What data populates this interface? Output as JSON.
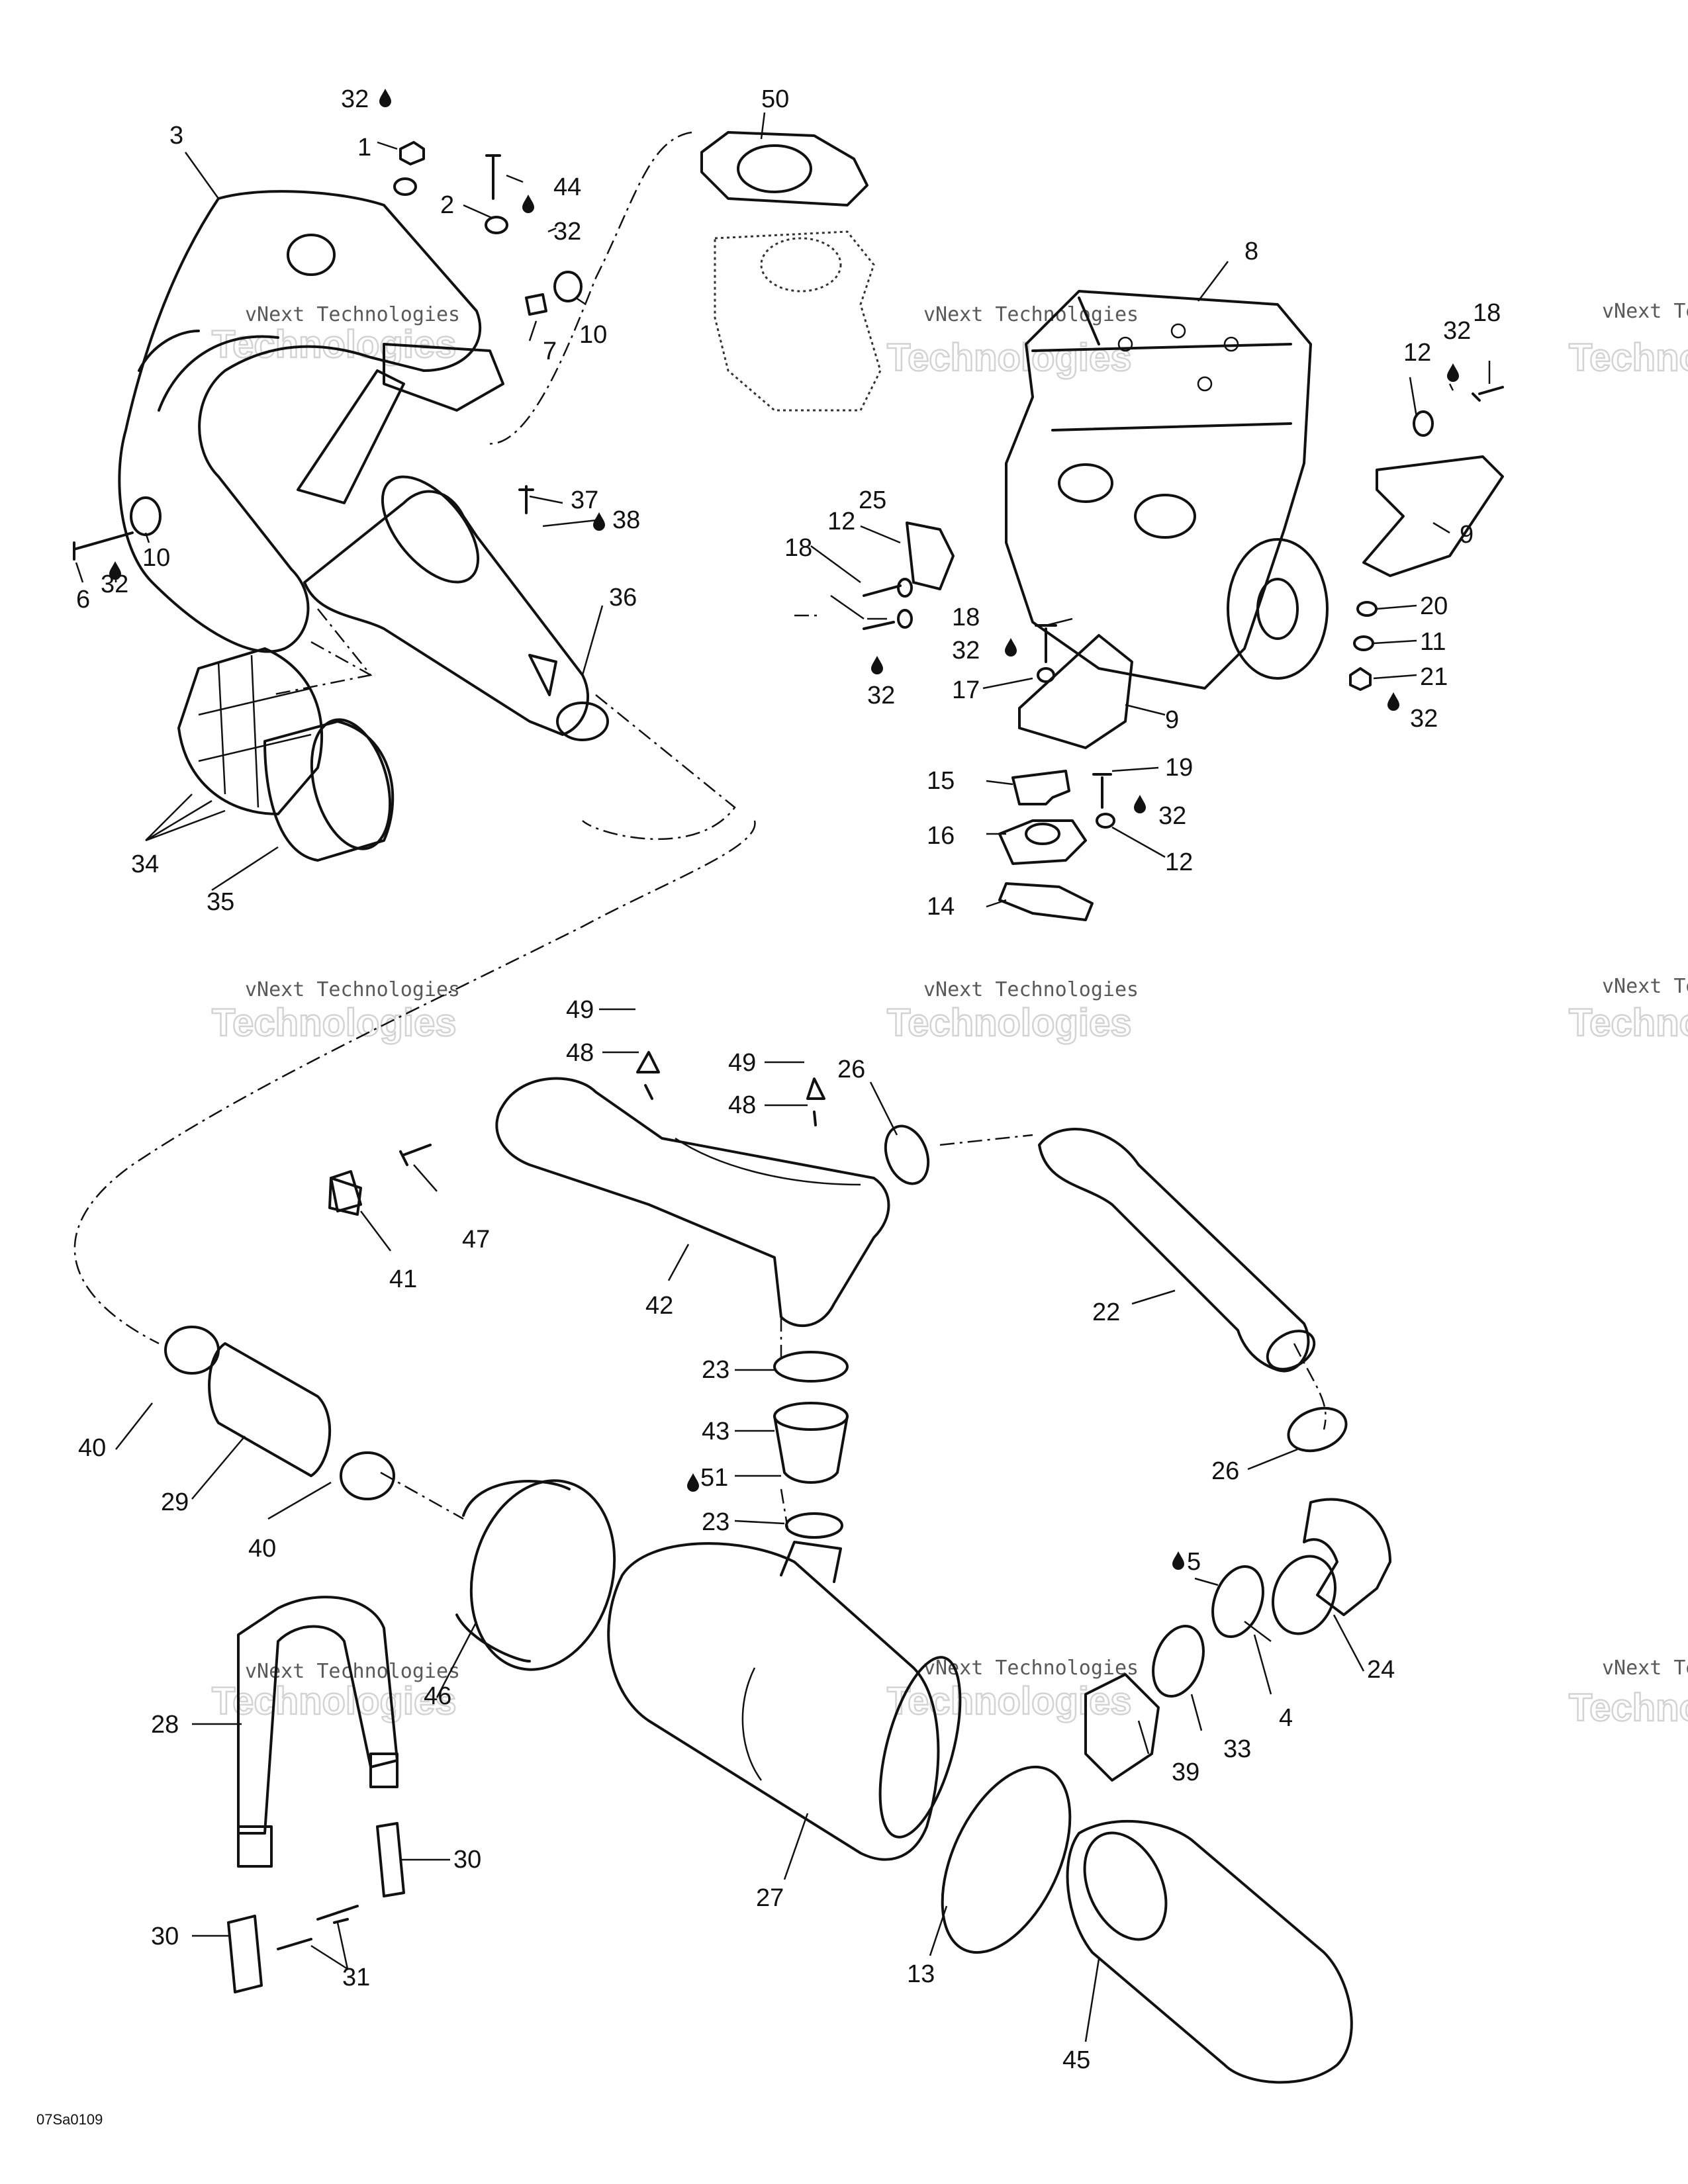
{
  "diagram": {
    "code": "07Sa0109",
    "watermark_line1": "vNext Technologies",
    "watermark_line2": "Technologies",
    "watermark_faint": "vNext"
  },
  "labels": {
    "p1": "1",
    "p2": "2",
    "p3": "3",
    "p4": "4",
    "p5": "5",
    "p6": "6",
    "p7": "7",
    "p8": "8",
    "p9a": "9",
    "p9b": "9",
    "p10a": "10",
    "p10b": "10",
    "p11": "11",
    "p12a": "12",
    "p12b": "12",
    "p12c": "12",
    "p13": "13",
    "p14": "14",
    "p15": "15",
    "p16": "16",
    "p17": "17",
    "p18a": "18",
    "p18b": "18",
    "p18c": "18",
    "p19": "19",
    "p20": "20",
    "p21": "21",
    "p22": "22",
    "p23a": "23",
    "p23b": "23",
    "p24": "24",
    "p25": "25",
    "p26a": "26",
    "p26b": "26",
    "p27": "27",
    "p28": "28",
    "p29": "29",
    "p30a": "30",
    "p30b": "30",
    "p31": "31",
    "p32a": "32",
    "p32b": "32",
    "p32c": "32",
    "p32d": "32",
    "p32e": "32",
    "p32f": "32",
    "p32g": "32",
    "p32h": "32",
    "p33": "33",
    "p34": "34",
    "p35": "35",
    "p36": "36",
    "p37": "37",
    "p38": "38",
    "p39": "39",
    "p40a": "40",
    "p40b": "40",
    "p41": "41",
    "p42": "42",
    "p43": "43",
    "p44": "44",
    "p45": "45",
    "p46": "46",
    "p47": "47",
    "p48a": "48",
    "p48b": "48",
    "p49a": "49",
    "p49b": "49",
    "p50": "50",
    "p51": "51"
  },
  "icons": {
    "lubricant": "oil-drop-icon"
  }
}
